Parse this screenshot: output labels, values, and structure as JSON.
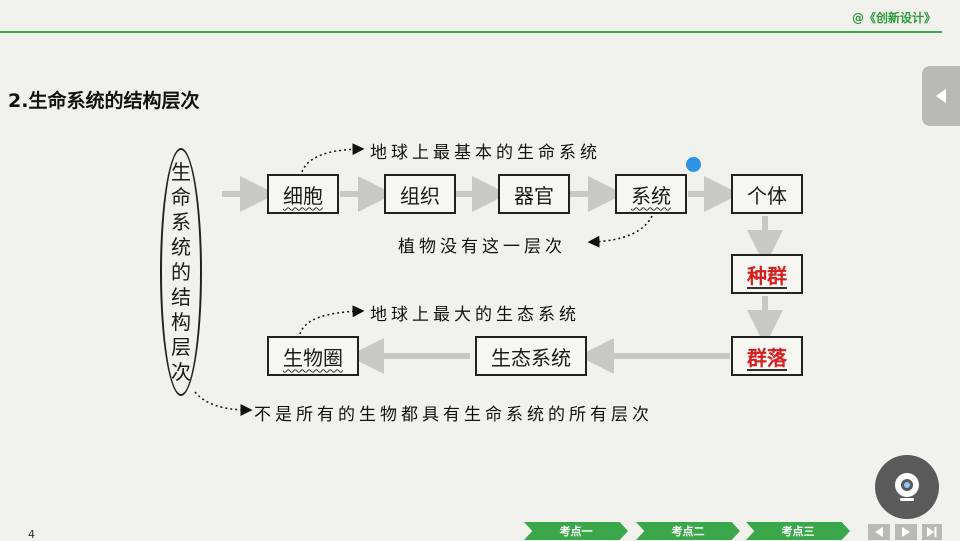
{
  "header": {
    "brand": "@《创新设计》",
    "accent_color": "#3aa84a"
  },
  "slide": {
    "title": "2.生命系统的结构层次",
    "page_number": "4"
  },
  "diagram": {
    "vertical_label": "生命系统的结构层次",
    "levels": {
      "cell": "细胞",
      "tissue": "组织",
      "organ": "器官",
      "system": "系统",
      "individual": "个体",
      "population": "种群",
      "community": "群落",
      "ecosystem": "生态系统",
      "biosphere": "生物圈"
    },
    "notes": {
      "cell": "地球上最基本的生命系统",
      "plants": "植物没有这一层次",
      "biosphere": "地球上最大的生态系统",
      "all_levels": "不是所有的生物都具有生命系统的所有层次"
    },
    "highlight_color": "#d61e1e"
  },
  "nav": {
    "tabs": [
      "考点一",
      "考点二",
      "考点三"
    ],
    "icons": [
      "prev-icon",
      "next-icon",
      "last-icon"
    ]
  },
  "side_button_icon": "collapse-left-icon",
  "camera_icon": "camera-icon"
}
